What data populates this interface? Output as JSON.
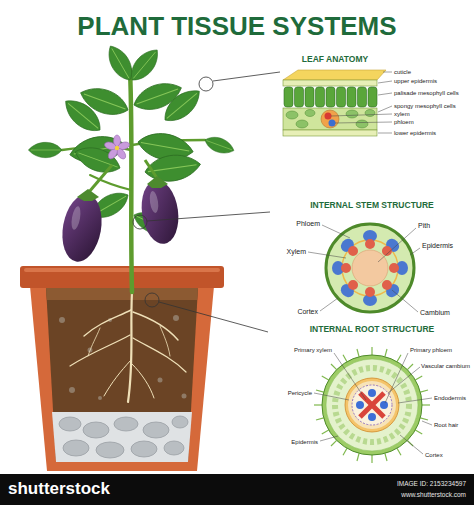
{
  "diagram": {
    "title": "PLANT TISSUE SYSTEMS",
    "nodes": [
      {
        "text": [
          "shutterstock",
          "IMAGE ID: 2153234597",
          "www.shutterstock.com"
        ]
      }
    ],
    "labels": [
      "LEAF ANATOMY",
      "cuticle",
      "upper epidermis",
      "palisade mesophyll cells",
      "spongy mesophyll cells",
      "xylem",
      "phloem",
      "lower epidermis",
      "INTERNAL STEM STRUCTURE",
      "Phloem",
      "Pith",
      "Xylem",
      "Epidermis",
      "Cortex",
      "Cambium",
      "INTERNAL ROOT STRUCTURE",
      "Primary xylem",
      "Primary phloem",
      "Vascular cambium",
      "Pericycle",
      "Endodermis",
      "Root hair",
      "Epidermis",
      "Cortex"
    ]
  }
}
